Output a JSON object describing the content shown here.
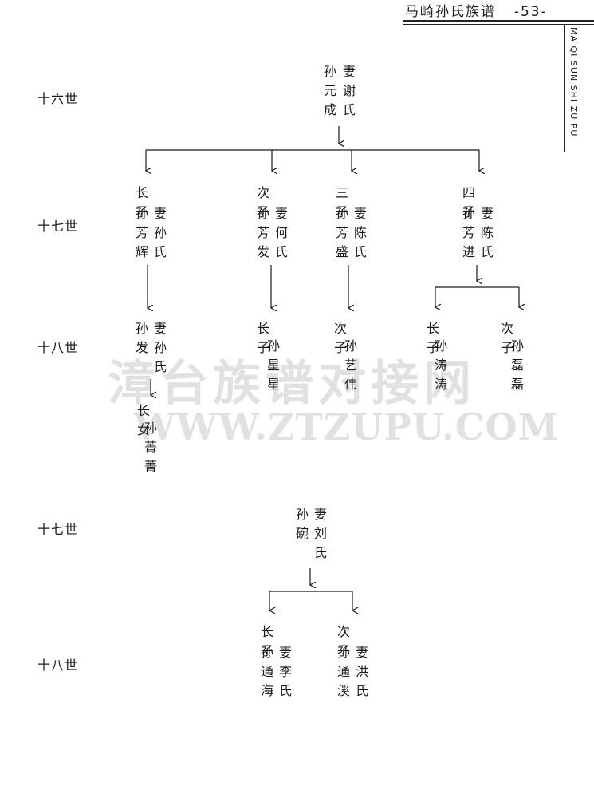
{
  "header": {
    "title": "马崎孙氏族谱",
    "page": "-53-",
    "side_text": "MA QI SUN SHI ZU PU"
  },
  "generations": {
    "g16": "十六世",
    "g17a": "十七世",
    "g18a": "十八世",
    "g17b": "十七世",
    "g18b": "十八世"
  },
  "nodes": {
    "root": {
      "name": "孙元成",
      "spouse": "妻谢氏"
    },
    "s1": {
      "rank": "长子",
      "name": "孙芳辉",
      "spouse": "妻孙氏"
    },
    "s2": {
      "rank": "次子",
      "name": "孙芳发",
      "spouse": "妻何氏"
    },
    "s3": {
      "rank": "三子",
      "name": "孙芳盛",
      "spouse": "妻陈氏"
    },
    "s4": {
      "rank": "四子",
      "name": "孙芳进",
      "spouse": "妻陈氏"
    },
    "gs1": {
      "name": "孙发",
      "spouse": "妻孙氏"
    },
    "gs1d": {
      "rank": "长女",
      "name": "孙菁菁"
    },
    "gs2": {
      "rank": "长子",
      "name": "孙星星"
    },
    "gs3": {
      "rank": "次子",
      "name": "孙艺伟"
    },
    "gs4a": {
      "rank": "长子",
      "name": "孙涛涛"
    },
    "gs4b": {
      "rank": "次子",
      "name": "孙磊磊"
    },
    "root2": {
      "name": "孙碗",
      "spouse": "妻刘氏"
    },
    "t1": {
      "rank": "长子",
      "name": "孙通海",
      "spouse": "妻李氏"
    },
    "t2": {
      "rank": "次子",
      "name": "孙通溪",
      "spouse": "妻洪氏"
    }
  },
  "watermark": {
    "line1": "漳台族谱对接网",
    "line2": "WWW.ZTZUPU.COM"
  }
}
